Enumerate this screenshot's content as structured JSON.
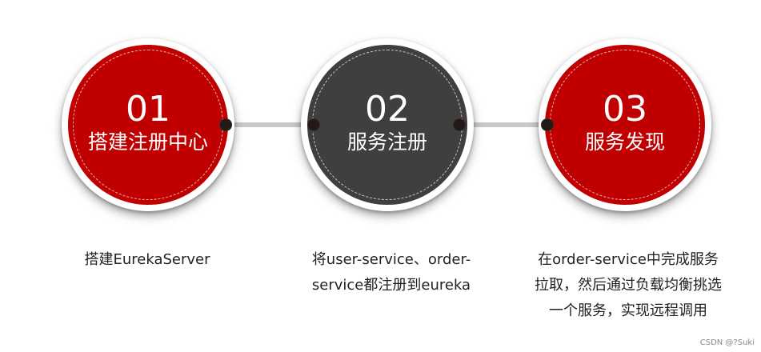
{
  "colors": {
    "red": "#c00000",
    "dark": "#3f3f3f",
    "connector": "#c9c9c9",
    "dot": "#231a17"
  },
  "steps": [
    {
      "number": "01",
      "title": "搭建注册中心",
      "color": "red",
      "description": [
        "搭建EurekaServer"
      ]
    },
    {
      "number": "02",
      "title": "服务注册",
      "color": "dark",
      "description": [
        "将user-service、order-",
        "service都注册到eureka"
      ]
    },
    {
      "number": "03",
      "title": "服务发现",
      "color": "red",
      "description": [
        "在order-service中完成服务",
        "拉取，然后通过负载均衡挑选",
        "一个服务，实现远程调用"
      ]
    }
  ],
  "watermark": "CSDN @?Suki"
}
